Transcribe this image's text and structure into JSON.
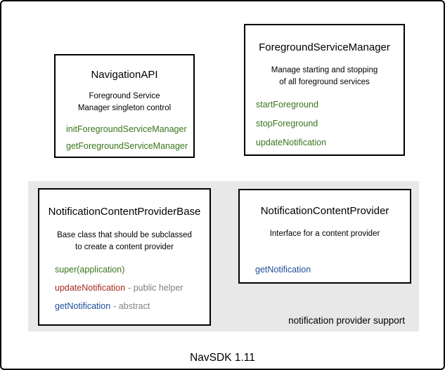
{
  "diagram": {
    "footer_label": "NavSDK 1.11",
    "panel_caption": "notification provider support",
    "colors": {
      "method_green": "#38761d",
      "method_red": "#a5281f",
      "method_blue": "#1e4e9a",
      "annotation_gray": "#808080",
      "panel_background": "#e8e8e8",
      "border": "#000000"
    },
    "boxes": [
      {
        "id": "navigation-api",
        "title": "NavigationAPI",
        "description_lines": [
          "Foreground Service",
          "Manager singleton control"
        ],
        "methods": [
          {
            "name": "initForegroundServiceManager",
            "color": "green",
            "suffix": ""
          },
          {
            "name": "getForegroundServiceManager",
            "color": "green",
            "suffix": ""
          }
        ]
      },
      {
        "id": "foreground-service-manager",
        "title": "ForegroundServiceManager",
        "description_lines": [
          "Manage starting and stopping",
          "of all foreground services"
        ],
        "methods": [
          {
            "name": "startForeground",
            "color": "green",
            "suffix": ""
          },
          {
            "name": "stopForeground",
            "color": "green",
            "suffix": ""
          },
          {
            "name": "updateNotification",
            "color": "green",
            "suffix": ""
          }
        ]
      },
      {
        "id": "notification-content-provider-base",
        "title": "NotificationContentProviderBase",
        "description_lines": [
          "Base class that should be subclassed",
          "to create a content provider"
        ],
        "methods": [
          {
            "name": "super(application)",
            "color": "green",
            "suffix": ""
          },
          {
            "name": "updateNotification",
            "color": "red",
            "suffix": "- public helper"
          },
          {
            "name": "getNotification",
            "color": "blue",
            "suffix": "- abstract"
          }
        ]
      },
      {
        "id": "notification-content-provider",
        "title": "NotificationContentProvider",
        "description_lines": [
          "Interface for a content provider"
        ],
        "methods": [
          {
            "name": "getNotification",
            "color": "blue",
            "suffix": ""
          }
        ]
      }
    ]
  }
}
